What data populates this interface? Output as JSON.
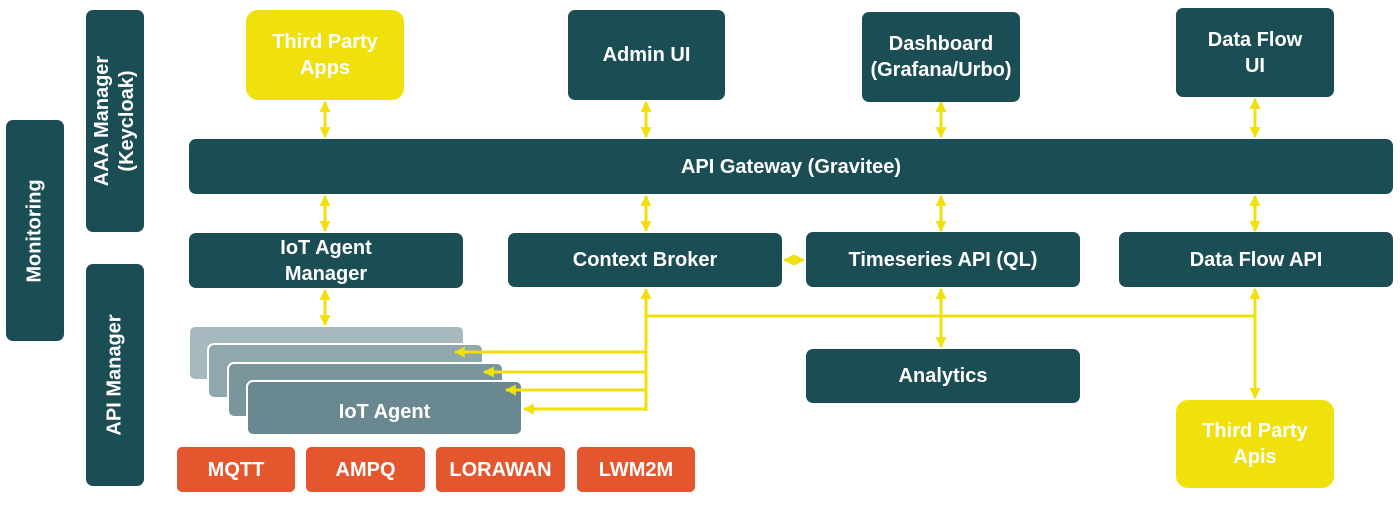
{
  "side": {
    "monitoring": "Monitoring",
    "aaa_manager_line1": "AAA Manager",
    "aaa_manager_line2": "(Keycloak)",
    "api_manager": "API Manager"
  },
  "top": {
    "third_party_apps": "Third Party\nApps",
    "admin_ui": "Admin UI",
    "dashboard": "Dashboard\n(Grafana/Urbo)",
    "data_flow_ui": "Data Flow\nUI"
  },
  "gateway": "API Gateway (Gravitee)",
  "services": {
    "iot_agent_manager": "IoT Agent\nManager",
    "context_broker": "Context Broker",
    "timeseries_api": "Timeseries API (QL)",
    "data_flow_api": "Data Flow API",
    "analytics": "Analytics",
    "third_party_apis": "Third Party\nApis"
  },
  "iot_agents": [
    "IoT Agent",
    "IoT Agent",
    "IoT Agent",
    "IoT Agent"
  ],
  "protocols": [
    "MQTT",
    "AMPQ",
    "LORAWAN",
    "LWM2M"
  ],
  "colors": {
    "dark_teal": "#1b4d55",
    "yellow": "#f0e00c",
    "orange": "#e4572e",
    "arrow": "#f0e00c"
  }
}
